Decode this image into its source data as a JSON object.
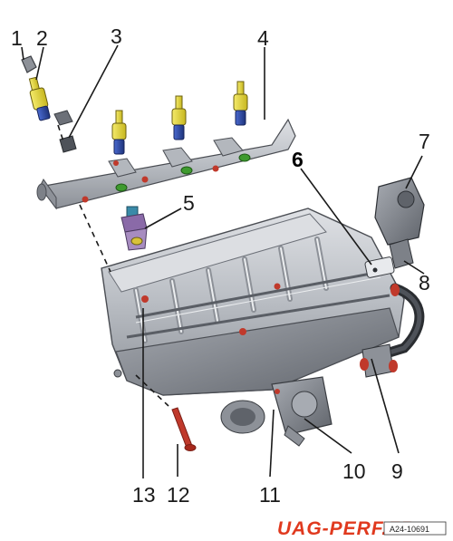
{
  "callouts": [
    {
      "id": "c1",
      "label": "1"
    },
    {
      "id": "c2",
      "label": "2"
    },
    {
      "id": "c3",
      "label": "3"
    },
    {
      "id": "c4",
      "label": "4"
    },
    {
      "id": "c5",
      "label": "5"
    },
    {
      "id": "c6",
      "label": "6"
    },
    {
      "id": "c7",
      "label": "7"
    },
    {
      "id": "c8",
      "label": "8"
    },
    {
      "id": "c9",
      "label": "9"
    },
    {
      "id": "c10",
      "label": "10"
    },
    {
      "id": "c11",
      "label": "11"
    },
    {
      "id": "c12",
      "label": "12"
    },
    {
      "id": "c13",
      "label": "13"
    }
  ],
  "reference_code": "A24-10691",
  "watermark": "UAG-PERF.FR",
  "colors": {
    "metal_light": "#c9ccd1",
    "metal_mid": "#a7abb2",
    "metal_dark": "#6c7078",
    "injector_yellow": "#e3d43a",
    "injector_blue": "#2c4aa8",
    "seal_green": "#3e9a2e",
    "bolt_red": "#c0392b",
    "sensor_purple": "#8a6aa8",
    "watermark_red": "#e0391e"
  }
}
